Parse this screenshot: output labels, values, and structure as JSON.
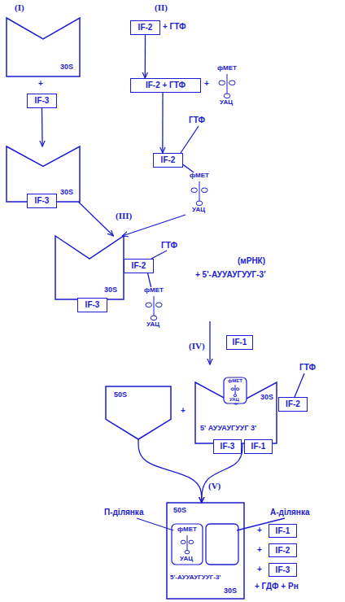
{
  "diagram": {
    "nodes": [
      {
        "text": [
          "30S"
        ]
      },
      {
        "text": [
          "IF-3"
        ]
      },
      {
        "text": [
          "30S"
        ]
      },
      {
        "text": [
          "IF-3"
        ]
      },
      {
        "text": [
          "IF-2"
        ]
      },
      {
        "text": [
          "IF-2 + ГТФ"
        ]
      },
      {
        "text": [
          "фМЕТ",
          "УАЦ"
        ]
      },
      {
        "text": [
          "IF-2"
        ]
      },
      {
        "text": [
          "фМЕТ",
          "УАЦ"
        ]
      },
      {
        "text": [
          "30S"
        ]
      },
      {
        "text": [
          "IF-2"
        ]
      },
      {
        "text": [
          "IF-3"
        ]
      },
      {
        "text": [
          "фМЕТ",
          "УАЦ"
        ]
      },
      {
        "text": [
          "IF-1"
        ]
      },
      {
        "text": [
          "50S"
        ]
      },
      {
        "text": [
          "30S",
          "5' АУУАУГУУГ 3'"
        ]
      },
      {
        "text": [
          "фМЕТ",
          "УАЦ"
        ],
        "in": 15
      },
      {
        "text": [
          "IF-2"
        ]
      },
      {
        "text": [
          "IF-3"
        ]
      },
      {
        "text": [
          "IF-1"
        ]
      },
      {
        "text": [
          "50S",
          "5'-АУУАУГУУГ-3'",
          "30S"
        ]
      },
      {
        "text": [
          "фМЕТ",
          "УАЦ"
        ],
        "in": 20
      },
      {
        "text": [
          "IF-1"
        ]
      },
      {
        "text": [
          "IF-2"
        ]
      },
      {
        "text": [
          "IF-3"
        ]
      }
    ],
    "edges": [
      {
        "from": 1,
        "to": 2,
        "arrow": "to"
      },
      {
        "from": 4,
        "to": 5,
        "arrow": "to"
      },
      {
        "from": 5,
        "to": 7,
        "arrow": "to"
      },
      {
        "from": 7,
        "to": 8,
        "arrow": "none"
      },
      {
        "from": 2,
        "to": 9,
        "arrow": "to"
      },
      {
        "from": 8,
        "to": 9,
        "arrow": "to"
      },
      {
        "from": 10,
        "to": 12,
        "arrow": "none"
      },
      {
        "from": 14,
        "to": 20,
        "arrow": "to"
      },
      {
        "from": 15,
        "to": 20,
        "arrow": "to"
      }
    ],
    "labels": [
      "(I)",
      "(II)",
      "+",
      "+ ГТФ",
      "+",
      "ГТФ",
      "(III)",
      "ГТФ",
      "(мРНК)",
      "+ 5'-АУУАУГУУГ-3'",
      "(IV)",
      "ГТФ",
      "+",
      "(V)",
      "П-ділянка",
      "А-ділянка",
      "+",
      "+",
      "+",
      "+ ГДФ + Рн"
    ]
  }
}
